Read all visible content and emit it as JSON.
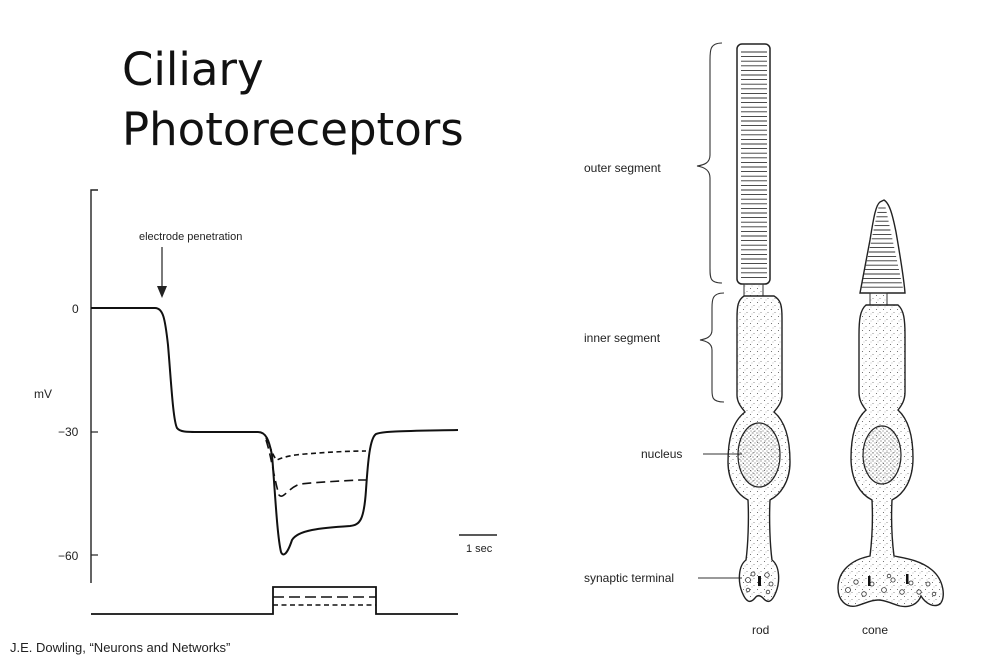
{
  "slide": {
    "title_line1": "Ciliary",
    "title_line2": "Photoreceptors",
    "citation": "J.E. Dowling, “Neurons and Networks”"
  },
  "graph": {
    "annotation": "electrode penetration",
    "y_axis_label": "mV",
    "y_ticks": [
      "0",
      "−30",
      "−60"
    ],
    "scale_bar_label": "1 sec"
  },
  "cells": {
    "labels": {
      "outer_segment": "outer segment",
      "inner_segment": "inner segment",
      "nucleus": "nucleus",
      "synaptic_terminal": "synaptic terminal"
    },
    "rod_caption": "rod",
    "cone_caption": "cone"
  }
}
